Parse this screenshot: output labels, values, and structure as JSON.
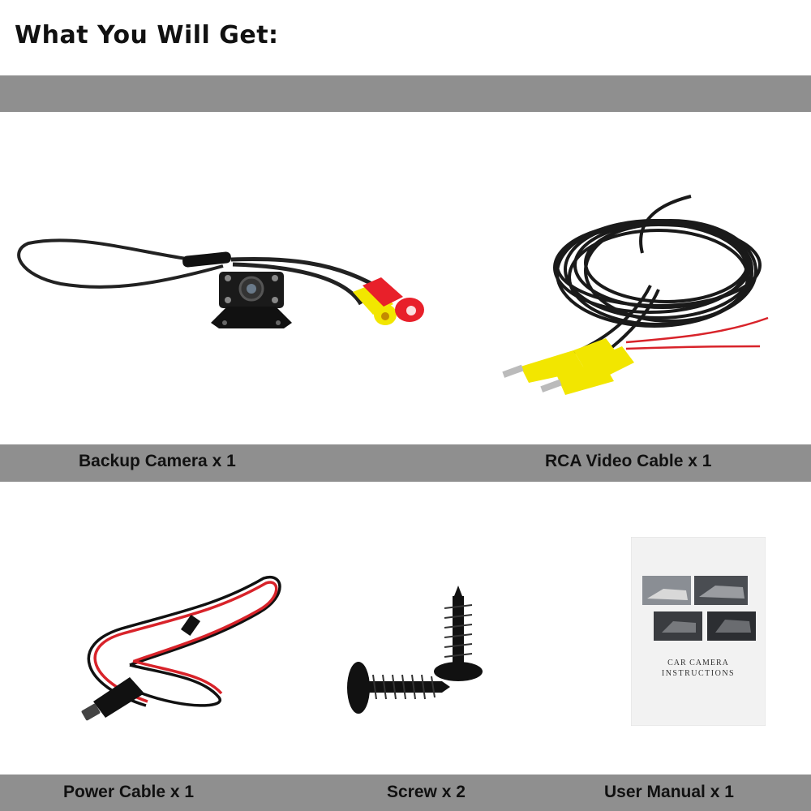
{
  "heading": "What You Will Get:",
  "items": [
    {
      "label": "Backup Camera x 1"
    },
    {
      "label": "RCA Video Cable x 1"
    },
    {
      "label": "Power Cable x 1"
    },
    {
      "label": "Screw x 2"
    },
    {
      "label": "User Manual x 1"
    }
  ],
  "manual": {
    "line1": "CAR CAMERA",
    "line2": "INSTRUCTIONS"
  },
  "colors": {
    "band": "#8f8f8f",
    "cable": "#111111",
    "rca_yellow": "#f2e600",
    "rca_red": "#e8202a",
    "wire_red": "#d8232a"
  }
}
